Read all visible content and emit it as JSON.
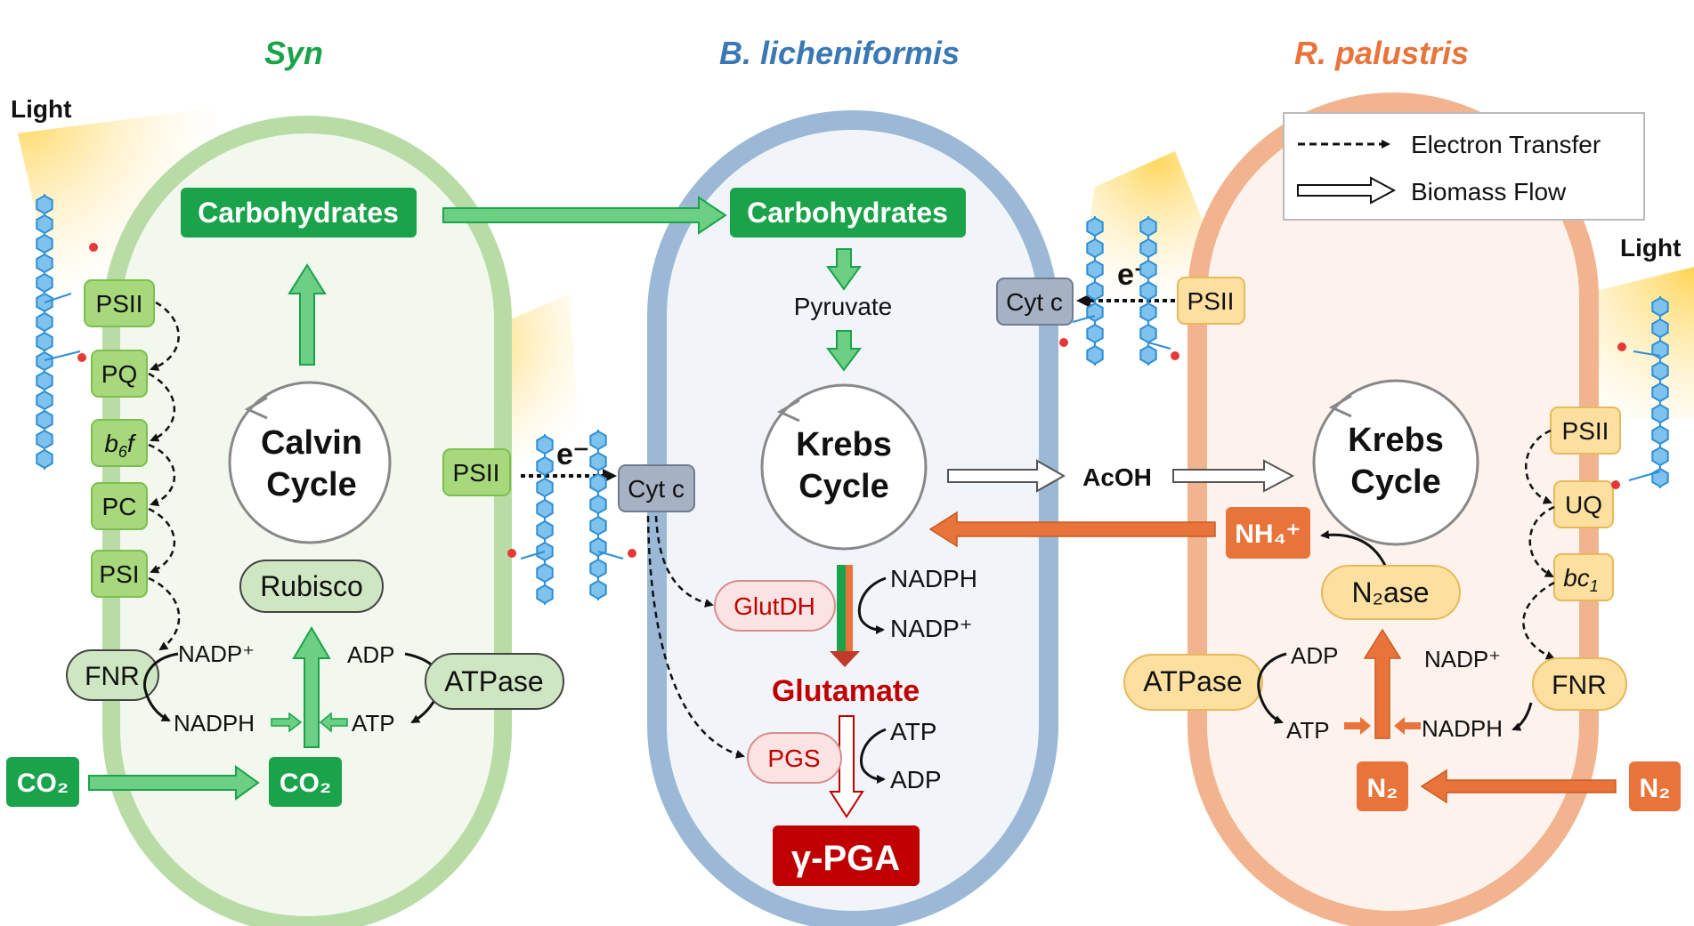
{
  "titles": {
    "syn": "Syn",
    "blich": "B. licheniformis",
    "rpal": "R. palustris"
  },
  "light": {
    "left": "Light",
    "right": "Light"
  },
  "legend": {
    "electron": "Electron Transfer",
    "biomass": "Biomass Flow"
  },
  "syn": {
    "carbohydrates": "Carbohydrates",
    "psii": "PSII",
    "pq": "PQ",
    "b6f_b": "b",
    "b6f_sub": "6",
    "b6f_f": "f",
    "pc": "PC",
    "psi": "PSI",
    "fnr": "FNR",
    "nadp_plus": "NADP⁺",
    "nadph": "NADPH",
    "calvin_line1": "Calvin",
    "calvin_line2": "Cycle",
    "rubisco": "Rubisco",
    "adp": "ADP",
    "atp": "ATP",
    "atpase": "ATPase",
    "co2_out": "CO₂",
    "co2_in": "CO₂",
    "psii_mid": "PSII"
  },
  "blich": {
    "carbohydrates": "Carbohydrates",
    "pyruvate": "Pyruvate",
    "krebs_line1": "Krebs",
    "krebs_line2": "Cycle",
    "cytc": "Cyt c",
    "e_minus": "e⁻",
    "glutdh": "GlutDH",
    "nadph": "NADPH",
    "nadp_plus": "NADP⁺",
    "glutamate": "Glutamate",
    "pgs": "PGS",
    "atp": "ATP",
    "adp": "ADP",
    "product": "γ-PGA"
  },
  "middle": {
    "acoh": "AcOH"
  },
  "rpal": {
    "cytc": "Cyt c",
    "e_minus": "e⁻",
    "psii_top": "PSII",
    "krebs_line1": "Krebs",
    "krebs_line2": "Cycle",
    "nh4": "NH₄⁺",
    "n2ase": "N₂ase",
    "psii": "PSII",
    "uq": "UQ",
    "bc1_b": "bc",
    "bc1_sub": "1",
    "fnr": "FNR",
    "nadp_plus": "NADP⁺",
    "nadph": "NADPH",
    "adp": "ADP",
    "atp": "ATP",
    "atpase": "ATPase",
    "n2_in": "N₂",
    "n2_out": "N₂"
  },
  "colors": {
    "syn_green": "#1aa34a",
    "syn_cell": "#b9dca6",
    "blich_blue": "#3a78b5",
    "blich_cell": "#9bb9d6",
    "rpal_orange": "#e8743b",
    "rpal_cell": "#f2b48f",
    "product_red": "#c00000",
    "molecule_blue": "#2e8fd6"
  }
}
